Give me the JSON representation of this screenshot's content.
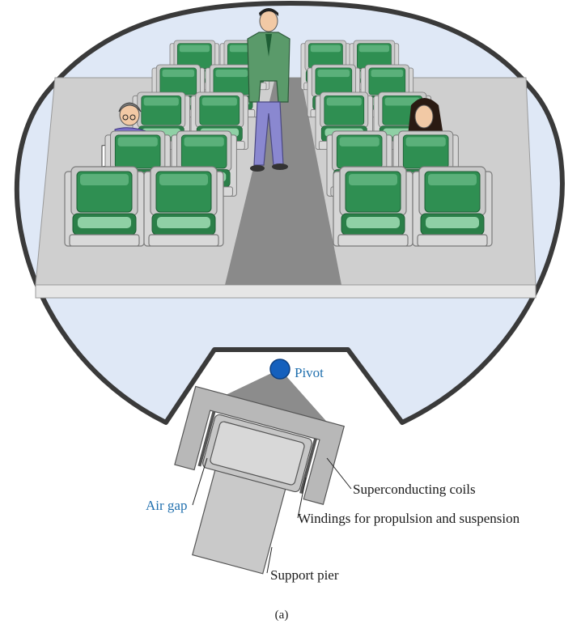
{
  "labels": {
    "pivot": "Pivot",
    "air_gap": "Air gap",
    "superconducting_coils": "Superconducting coils",
    "windings": "Windings for propulsion and suspension",
    "support_pier": "Support pier"
  },
  "caption": "(a)",
  "colors": {
    "cabin_background": "#dfe8f6",
    "cabin_outline": "#3a3a3a",
    "seat_green": "#2f8f52",
    "seat_frame": "#c8c8c8",
    "aisle": "#8a8a8a",
    "pivot": "#1560bd",
    "label_blue": "#1f6fae"
  },
  "icons": [
    "seat-icon",
    "standing-man-icon",
    "reading-woman-icon",
    "seated-woman-icon",
    "pivot-icon"
  ]
}
